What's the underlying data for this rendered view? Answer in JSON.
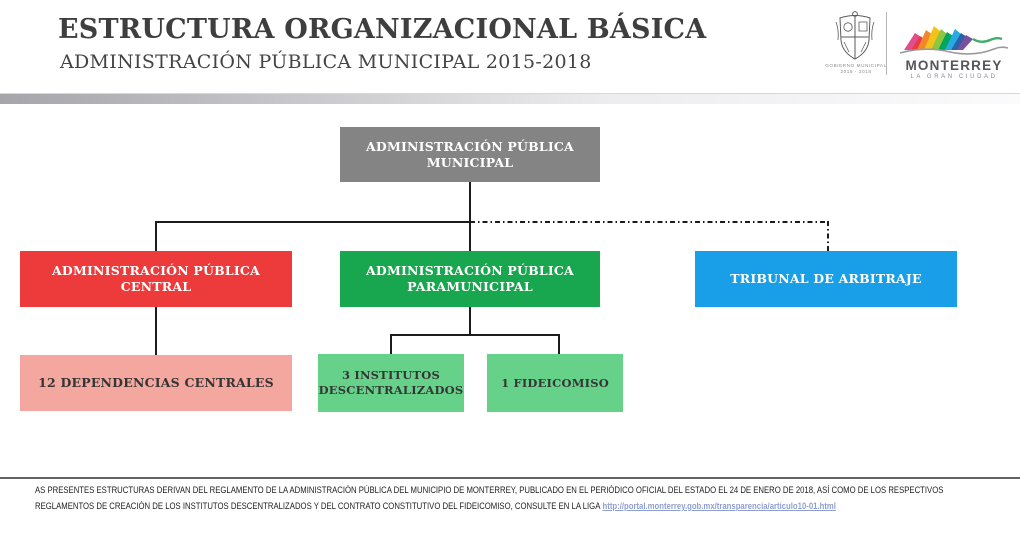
{
  "header": {
    "title": "ESTRUCTURA ORGANIZACIONAL BÁSICA",
    "subtitle": "ADMINISTRACIÓN PÚBLICA MUNICIPAL 2015-2018"
  },
  "logos": {
    "crest_caption_line1": "GOBIERNO MUNICIPAL",
    "crest_caption_line2": "2015 - 2018",
    "brand_name": "MONTERREY",
    "brand_tagline": "LA GRAN CIUDAD",
    "mountain_palette": [
      "#E04E8C",
      "#E63B45",
      "#F4862A",
      "#F5C21B",
      "#8DC63F",
      "#00A65D",
      "#27AAE1",
      "#2E5FAA",
      "#7B519D"
    ]
  },
  "org_chart": {
    "root": {
      "label": "ADMINISTRACIÓN PÚBLICA MUNICIPAL",
      "color": "#848484"
    },
    "central": {
      "label": "ADMINISTRACIÓN PÚBLICA CENTRAL",
      "color": "#ED3A3B"
    },
    "paramunicipal": {
      "label": "ADMINISTRACIÓN PÚBLICA PARAMUNICIPAL",
      "color": "#18A64E"
    },
    "tribunal": {
      "label": "TRIBUNAL DE ARBITRAJE",
      "color": "#189FE8"
    },
    "dependencias": {
      "label": "12 DEPENDENCIAS CENTRALES",
      "color": "#F4A79F"
    },
    "institutos": {
      "label": "3 INSTITUTOS DESCENTRALIZADOS",
      "color": "#66D289"
    },
    "fideicomiso": {
      "label": "1 FIDEICOMISO",
      "color": "#66D289"
    }
  },
  "footer": {
    "line1": "AS PRESENTES ESTRUCTURAS DERIVAN DEL REGLAMENTO DE LA ADMINISTRACIÓN PÚBLICA DEL MUNICIPIO DE MONTERREY, PUBLICADO EN EL PERIÓDICO OFICIAL DEL ESTADO EL 24 DE ENERO DE 2018, ASÍ COMO DE LOS RESPECTIVOS",
    "line2": "REGLAMENTOS DE CREACIÓN DE LOS INSTITUTOS DESCENTRALIZADOS Y DEL CONTRATO CONSTITUTIVO DEL FIDEICOMISO, CONSULTE EN LA LIGA",
    "link": "http://portal.monterrey.gob.mx/transparencia/articulo10-01.html",
    "link_color": "#8E9FD0"
  }
}
